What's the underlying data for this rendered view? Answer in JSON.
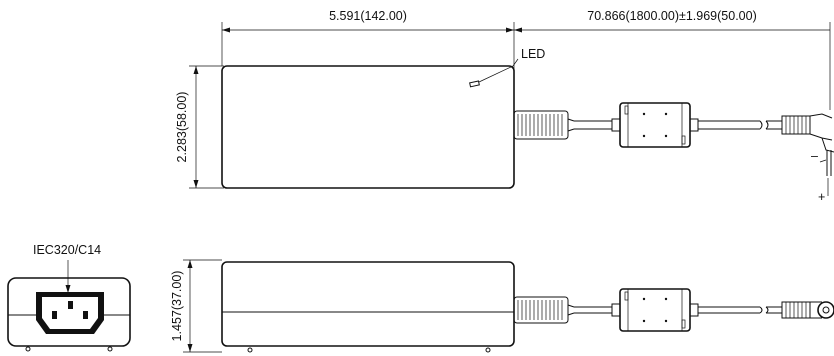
{
  "dimensions": {
    "length": "5.591(142.00)",
    "cable_length": "70.866(1800.00)±1.969(50.00)",
    "width": "2.283(58.00)",
    "height": "1.457(37.00)"
  },
  "labels": {
    "led": "LED",
    "inlet": "IEC320/C14",
    "polarity_negative": "–",
    "polarity_positive": "+"
  },
  "colors": {
    "line": "#111111",
    "background": "#ffffff"
  }
}
